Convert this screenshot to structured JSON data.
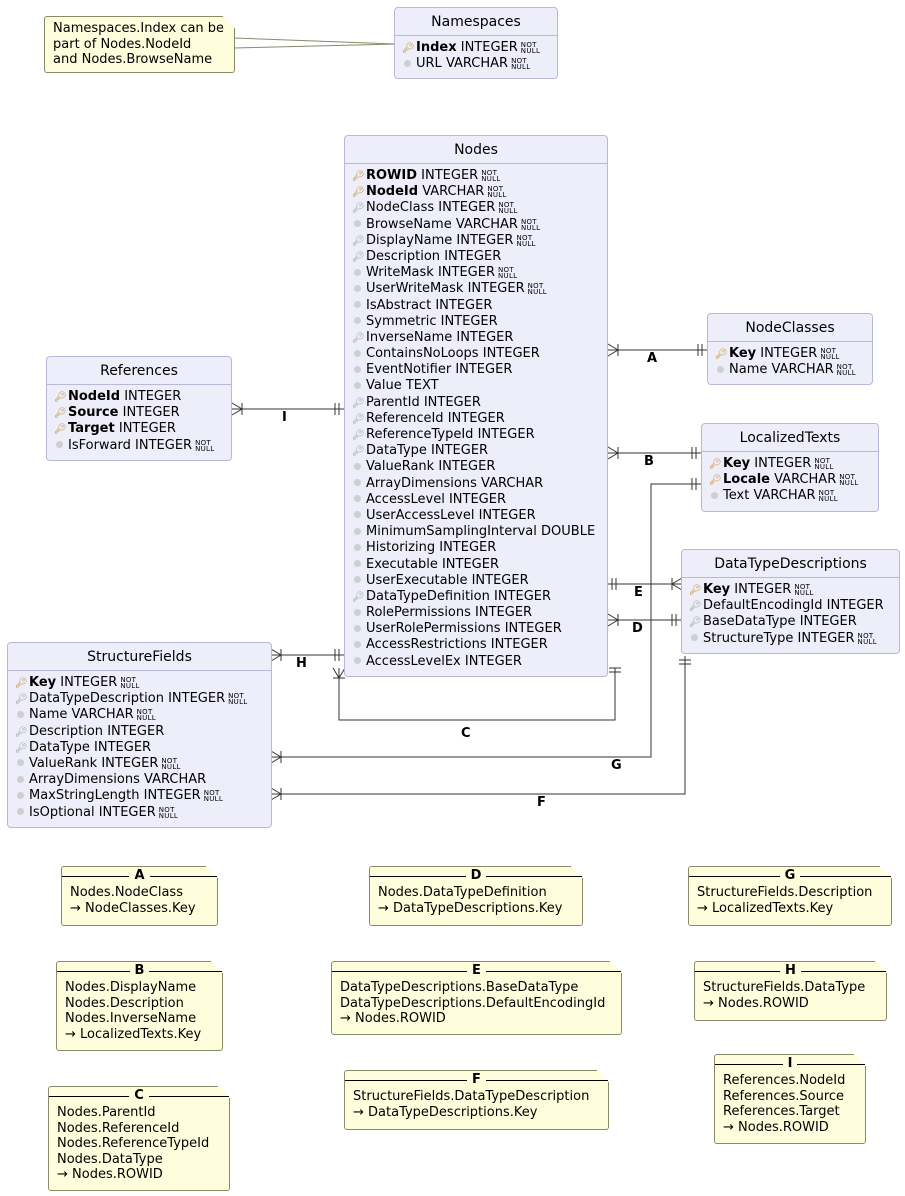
{
  "not_null": [
    "NOT",
    "NULL"
  ],
  "entities": {
    "namespaces": {
      "title": "Namespaces",
      "columns": [
        {
          "name": "Index",
          "type": "INTEGER",
          "pk": true,
          "icon": "key",
          "nn": true
        },
        {
          "name": "URL",
          "type": "VARCHAR",
          "pk": false,
          "icon": "dot",
          "nn": true
        }
      ]
    },
    "nodes": {
      "title": "Nodes",
      "columns": [
        {
          "name": "ROWID",
          "type": "INTEGER",
          "pk": true,
          "icon": "key",
          "nn": true
        },
        {
          "name": "NodeId",
          "type": "VARCHAR",
          "pk": true,
          "icon": "key",
          "nn": true
        },
        {
          "name": "NodeClass",
          "type": "INTEGER",
          "pk": false,
          "icon": "fk",
          "nn": true
        },
        {
          "name": "BrowseName",
          "type": "VARCHAR",
          "pk": false,
          "icon": "dot",
          "nn": true
        },
        {
          "name": "DisplayName",
          "type": "INTEGER",
          "pk": false,
          "icon": "fk",
          "nn": true
        },
        {
          "name": "Description",
          "type": "INTEGER",
          "pk": false,
          "icon": "fk",
          "nn": false
        },
        {
          "name": "WriteMask",
          "type": "INTEGER",
          "pk": false,
          "icon": "dot",
          "nn": true
        },
        {
          "name": "UserWriteMask",
          "type": "INTEGER",
          "pk": false,
          "icon": "dot",
          "nn": true
        },
        {
          "name": "IsAbstract",
          "type": "INTEGER",
          "pk": false,
          "icon": "dot",
          "nn": false
        },
        {
          "name": "Symmetric",
          "type": "INTEGER",
          "pk": false,
          "icon": "dot",
          "nn": false
        },
        {
          "name": "InverseName",
          "type": "INTEGER",
          "pk": false,
          "icon": "fk",
          "nn": false
        },
        {
          "name": "ContainsNoLoops",
          "type": "INTEGER",
          "pk": false,
          "icon": "dot",
          "nn": false
        },
        {
          "name": "EventNotifier",
          "type": "INTEGER",
          "pk": false,
          "icon": "dot",
          "nn": false
        },
        {
          "name": "Value",
          "type": "TEXT",
          "pk": false,
          "icon": "dot",
          "nn": false
        },
        {
          "name": "ParentId",
          "type": "INTEGER",
          "pk": false,
          "icon": "fk",
          "nn": false
        },
        {
          "name": "ReferenceId",
          "type": "INTEGER",
          "pk": false,
          "icon": "fk",
          "nn": false
        },
        {
          "name": "ReferenceTypeId",
          "type": "INTEGER",
          "pk": false,
          "icon": "fk",
          "nn": false
        },
        {
          "name": "DataType",
          "type": "INTEGER",
          "pk": false,
          "icon": "fk",
          "nn": false
        },
        {
          "name": "ValueRank",
          "type": "INTEGER",
          "pk": false,
          "icon": "dot",
          "nn": false
        },
        {
          "name": "ArrayDimensions",
          "type": "VARCHAR",
          "pk": false,
          "icon": "dot",
          "nn": false
        },
        {
          "name": "AccessLevel",
          "type": "INTEGER",
          "pk": false,
          "icon": "dot",
          "nn": false
        },
        {
          "name": "UserAccessLevel",
          "type": "INTEGER",
          "pk": false,
          "icon": "dot",
          "nn": false
        },
        {
          "name": "MinimumSamplingInterval",
          "type": "DOUBLE",
          "pk": false,
          "icon": "dot",
          "nn": false
        },
        {
          "name": "Historizing",
          "type": "INTEGER",
          "pk": false,
          "icon": "dot",
          "nn": false
        },
        {
          "name": "Executable",
          "type": "INTEGER",
          "pk": false,
          "icon": "dot",
          "nn": false
        },
        {
          "name": "UserExecutable",
          "type": "INTEGER",
          "pk": false,
          "icon": "dot",
          "nn": false
        },
        {
          "name": "DataTypeDefinition",
          "type": "INTEGER",
          "pk": false,
          "icon": "fk",
          "nn": false
        },
        {
          "name": "RolePermissions",
          "type": "INTEGER",
          "pk": false,
          "icon": "dot",
          "nn": false
        },
        {
          "name": "UserRolePermissions",
          "type": "INTEGER",
          "pk": false,
          "icon": "dot",
          "nn": false
        },
        {
          "name": "AccessRestrictions",
          "type": "INTEGER",
          "pk": false,
          "icon": "dot",
          "nn": false
        },
        {
          "name": "AccessLevelEx",
          "type": "INTEGER",
          "pk": false,
          "icon": "dot",
          "nn": false
        }
      ]
    },
    "nodeclasses": {
      "title": "NodeClasses",
      "columns": [
        {
          "name": "Key",
          "type": "INTEGER",
          "pk": true,
          "icon": "key",
          "nn": true
        },
        {
          "name": "Name",
          "type": "VARCHAR",
          "pk": false,
          "icon": "dot",
          "nn": true
        }
      ]
    },
    "references": {
      "title": "References",
      "columns": [
        {
          "name": "NodeId",
          "type": "INTEGER",
          "pk": true,
          "icon": "key",
          "nn": false
        },
        {
          "name": "Source",
          "type": "INTEGER",
          "pk": true,
          "icon": "key",
          "nn": false
        },
        {
          "name": "Target",
          "type": "INTEGER",
          "pk": true,
          "icon": "key",
          "nn": false
        },
        {
          "name": "IsForward",
          "type": "INTEGER",
          "pk": false,
          "icon": "dot",
          "nn": true
        }
      ]
    },
    "localizedtexts": {
      "title": "LocalizedTexts",
      "columns": [
        {
          "name": "Key",
          "type": "INTEGER",
          "pk": true,
          "icon": "key",
          "nn": true
        },
        {
          "name": "Locale",
          "type": "VARCHAR",
          "pk": true,
          "icon": "key",
          "nn": true
        },
        {
          "name": "Text",
          "type": "VARCHAR",
          "pk": false,
          "icon": "dot",
          "nn": true
        }
      ]
    },
    "datatypedescriptions": {
      "title": "DataTypeDescriptions",
      "columns": [
        {
          "name": "Key",
          "type": "INTEGER",
          "pk": true,
          "icon": "key",
          "nn": true
        },
        {
          "name": "DefaultEncodingId",
          "type": "INTEGER",
          "pk": false,
          "icon": "fk",
          "nn": false
        },
        {
          "name": "BaseDataType",
          "type": "INTEGER",
          "pk": false,
          "icon": "fk",
          "nn": false
        },
        {
          "name": "StructureType",
          "type": "INTEGER",
          "pk": false,
          "icon": "dot",
          "nn": true
        }
      ]
    },
    "structurefields": {
      "title": "StructureFields",
      "columns": [
        {
          "name": "Key",
          "type": "INTEGER",
          "pk": true,
          "icon": "key",
          "nn": true
        },
        {
          "name": "DataTypeDescription",
          "type": "INTEGER",
          "pk": false,
          "icon": "fk",
          "nn": true
        },
        {
          "name": "Name",
          "type": "VARCHAR",
          "pk": false,
          "icon": "dot",
          "nn": true
        },
        {
          "name": "Description",
          "type": "INTEGER",
          "pk": false,
          "icon": "fk",
          "nn": false
        },
        {
          "name": "DataType",
          "type": "INTEGER",
          "pk": false,
          "icon": "fk",
          "nn": false
        },
        {
          "name": "ValueRank",
          "type": "INTEGER",
          "pk": false,
          "icon": "dot",
          "nn": true
        },
        {
          "name": "ArrayDimensions",
          "type": "VARCHAR",
          "pk": false,
          "icon": "dot",
          "nn": false
        },
        {
          "name": "MaxStringLength",
          "type": "INTEGER",
          "pk": false,
          "icon": "dot",
          "nn": true
        },
        {
          "name": "IsOptional",
          "type": "INTEGER",
          "pk": false,
          "icon": "dot",
          "nn": true
        }
      ]
    }
  },
  "top_note": [
    "Namespaces.Index can be",
    "part of Nodes.NodeId",
    "and Nodes.BrowseName"
  ],
  "relations": {
    "A": {
      "label": "A",
      "lines": [
        "Nodes.NodeClass",
        "→ NodeClasses.Key"
      ]
    },
    "B": {
      "label": "B",
      "lines": [
        "Nodes.DisplayName",
        "Nodes.Description",
        "Nodes.InverseName",
        "→ LocalizedTexts.Key"
      ]
    },
    "C": {
      "label": "C",
      "lines": [
        "Nodes.ParentId",
        "Nodes.ReferenceId",
        "Nodes.ReferenceTypeId",
        "Nodes.DataType",
        "→ Nodes.ROWID"
      ]
    },
    "D": {
      "label": "D",
      "lines": [
        "Nodes.DataTypeDefinition",
        "→ DataTypeDescriptions.Key"
      ]
    },
    "E": {
      "label": "E",
      "lines": [
        "DataTypeDescriptions.BaseDataType",
        "DataTypeDescriptions.DefaultEncodingId",
        "→ Nodes.ROWID"
      ]
    },
    "F": {
      "label": "F",
      "lines": [
        "StructureFields.DataTypeDescription",
        "→ DataTypeDescriptions.Key"
      ]
    },
    "G": {
      "label": "G",
      "lines": [
        "StructureFields.Description",
        "→ LocalizedTexts.Key"
      ]
    },
    "H": {
      "label": "H",
      "lines": [
        "StructureFields.DataType",
        "→ Nodes.ROWID"
      ]
    },
    "I": {
      "label": "I",
      "lines": [
        "References.NodeId",
        "References.Source",
        "References.Target",
        "→ Nodes.ROWID"
      ]
    }
  },
  "colors": {
    "entity_bg": "#eeeefb",
    "entity_border": "#b8b8d8",
    "note_bg": "#fefedd",
    "key": "#c08a1f",
    "fk": "#9a9a9a"
  }
}
